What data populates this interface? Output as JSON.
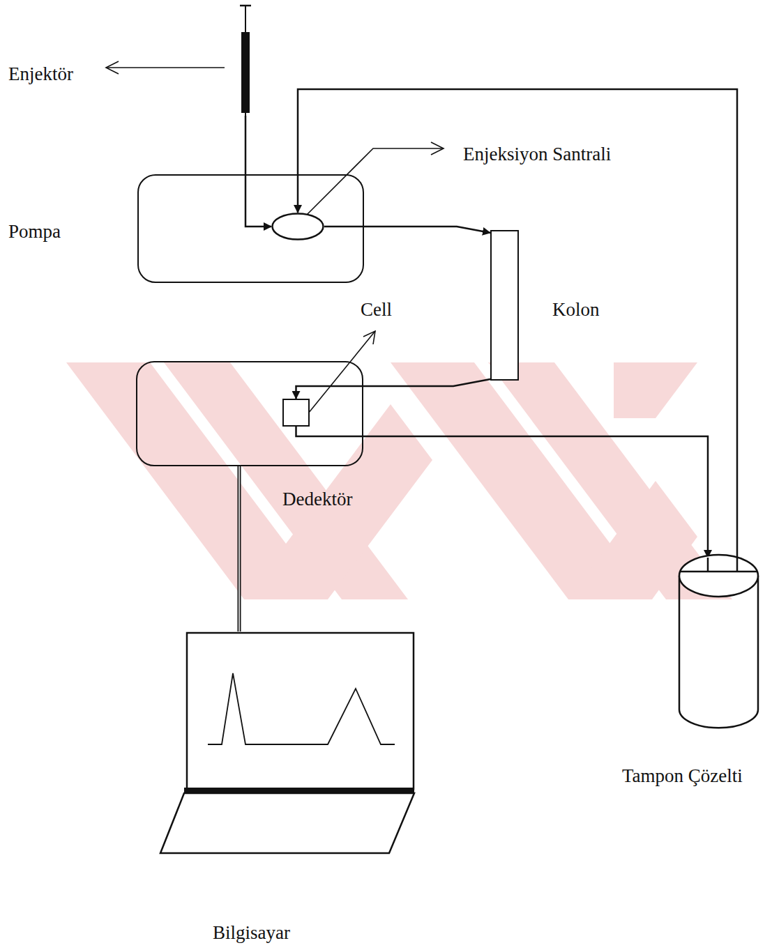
{
  "diagram": {
    "nodes": [
      {
        "text": [
          "Pompa"
        ]
      },
      {
        "text": [
          "Enjeksiyon Santrali"
        ],
        "in": 0
      },
      {
        "text": [
          "Enjektör"
        ]
      },
      {
        "text": [
          "Kolon"
        ]
      },
      {
        "text": [
          "Dedektör"
        ]
      },
      {
        "text": [
          "Cell"
        ],
        "in": 4
      },
      {
        "text": [
          "Tampon Çözelti"
        ]
      },
      {
        "text": [
          "Bilgisayar"
        ]
      }
    ],
    "edges": [
      {
        "from": 2,
        "to": 1,
        "arrow": "to"
      },
      {
        "from": 1,
        "to": 3,
        "arrow": "to"
      },
      {
        "from": 3,
        "to": 5,
        "arrow": "to"
      },
      {
        "from": 5,
        "to": 6,
        "arrow": "to"
      },
      {
        "from": 6,
        "to": 1,
        "arrow": "to"
      },
      {
        "from": 4,
        "to": 7,
        "arrow": "none"
      }
    ]
  }
}
